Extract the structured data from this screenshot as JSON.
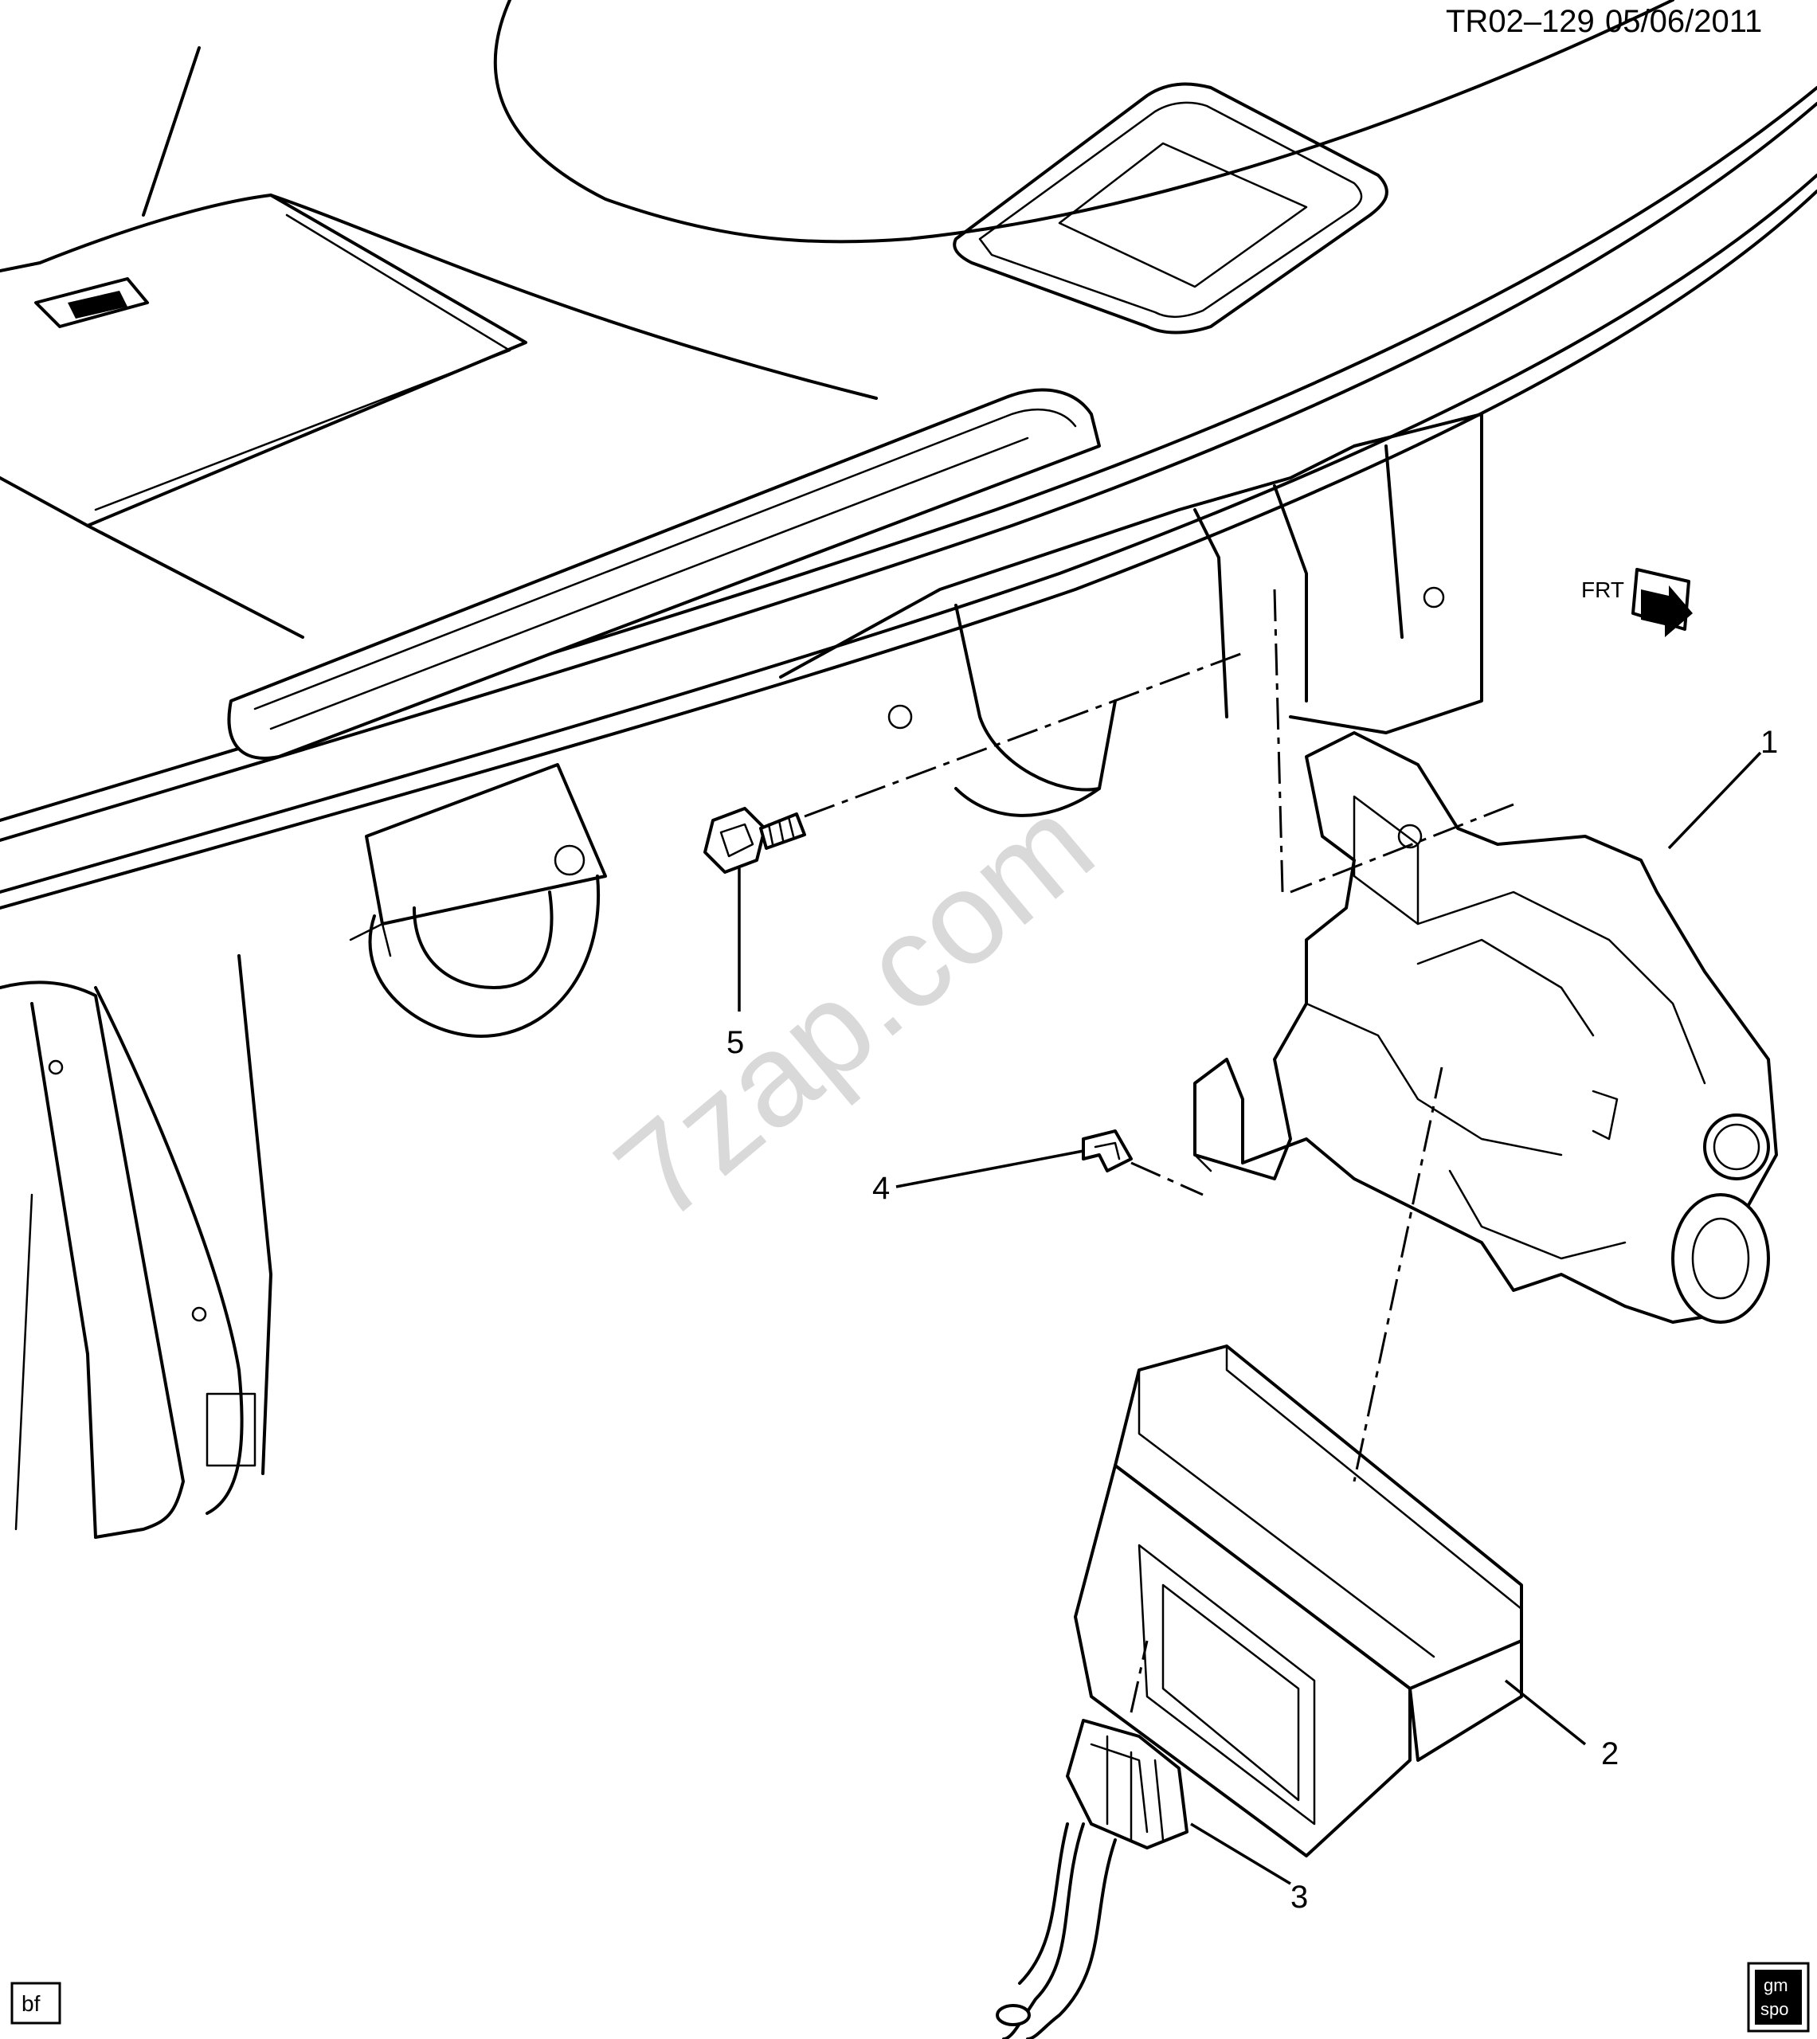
{
  "header": {
    "code": "TR02–129",
    "date": "05/06/2011"
  },
  "watermark": "7zap.com",
  "front_indicator": "FRT",
  "callouts": [
    "1",
    "2",
    "3",
    "4",
    "5"
  ],
  "corner_tag_left": "bf",
  "corner_tag_right": [
    "gm",
    "spo"
  ]
}
